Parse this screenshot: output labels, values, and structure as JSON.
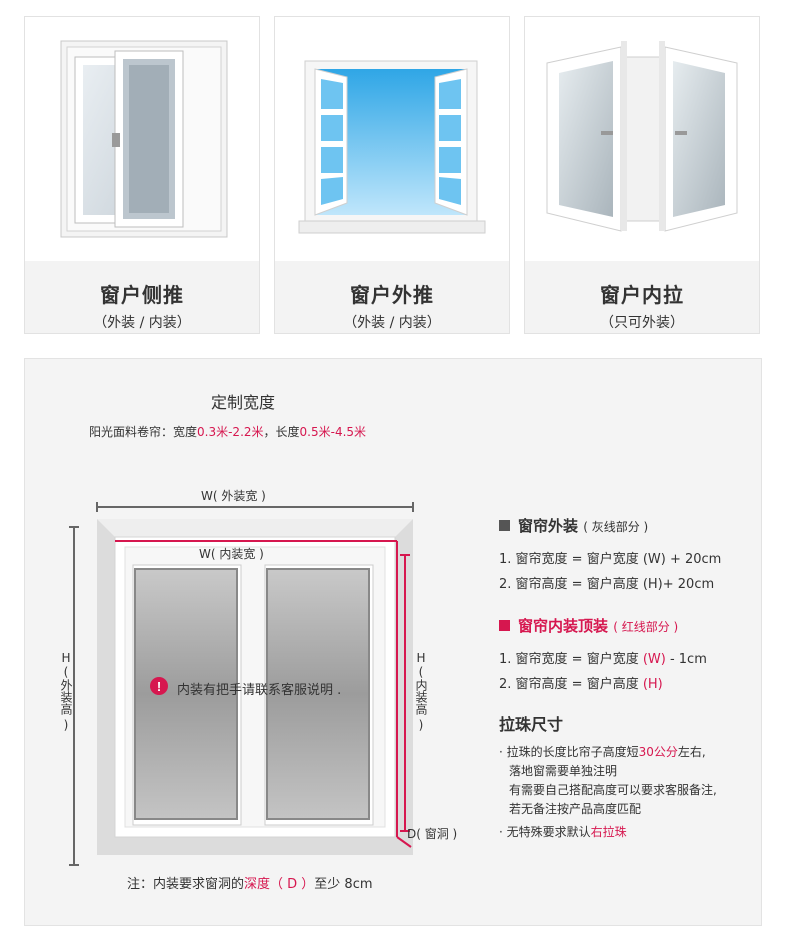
{
  "cards": [
    {
      "title": "窗户侧推",
      "sub": "（外装 / 内装）"
    },
    {
      "title": "窗户外推",
      "sub": "（外装 / 内装）"
    },
    {
      "title": "窗户内拉",
      "sub": "（只可外装）"
    }
  ],
  "panel": {
    "title": "定制宽度",
    "sub_prefix": "阳光面料卷帘：宽度",
    "sub_width": "0.3米-2.2米",
    "sub_mid": "，长度",
    "sub_length": "0.5米-4.5米",
    "w_outer": "W( 外装宽 )",
    "w_inner": "W( 内装宽 )",
    "h_outer_1": "H",
    "h_outer_2": "(",
    "h_outer_3": "外装高",
    "h_outer_4": ")",
    "h_inner_1": "H",
    "h_inner_2": "(",
    "h_inner_3": "内装高",
    "h_inner_4": ")",
    "depth_label": "D( 窗洞 )",
    "warning": "内装有把手请联系客服说明 .",
    "bottom_prefix": "注：内装要求窗洞的",
    "bottom_red": "深度（ D ）",
    "bottom_suffix": "至少 8cm"
  },
  "right": {
    "outer_title": "窗帘外装",
    "outer_hint": "( 灰线部分 )",
    "outer_l1_a": "1. 窗帘宽度 = 窗户宽度 ",
    "outer_l1_b": "(W)",
    "outer_l1_c": " + 20cm",
    "outer_l2_a": "2. 窗帘高度 = 窗户高度 ",
    "outer_l2_b": "(H)",
    "outer_l2_c": "+ 20cm",
    "inner_title": "窗帘内装顶装",
    "inner_hint": "( 红线部分 )",
    "inner_l1_a": "1. 窗帘宽度 = 窗户宽度 ",
    "inner_l1_b": "(W)",
    "inner_l1_c": " - 1cm",
    "inner_l2_a": "2. 窗帘高度 = 窗户高度 ",
    "inner_l2_b": "(H)",
    "bead_title": "拉珠尺寸",
    "bead_1a": "· 拉珠的长度比帘子高度短",
    "bead_1b": "30公分",
    "bead_1c": "左右,",
    "bead_2": "落地窗需要单独注明",
    "bead_3": "有需要自己搭配高度可以要求客服备注,",
    "bead_4": "若无备注按产品高度匹配",
    "bead_5a": "· 无特殊要求默认",
    "bead_5b": "右拉珠"
  },
  "colors": {
    "accent": "#d6174f",
    "gray_line": "#666666"
  }
}
